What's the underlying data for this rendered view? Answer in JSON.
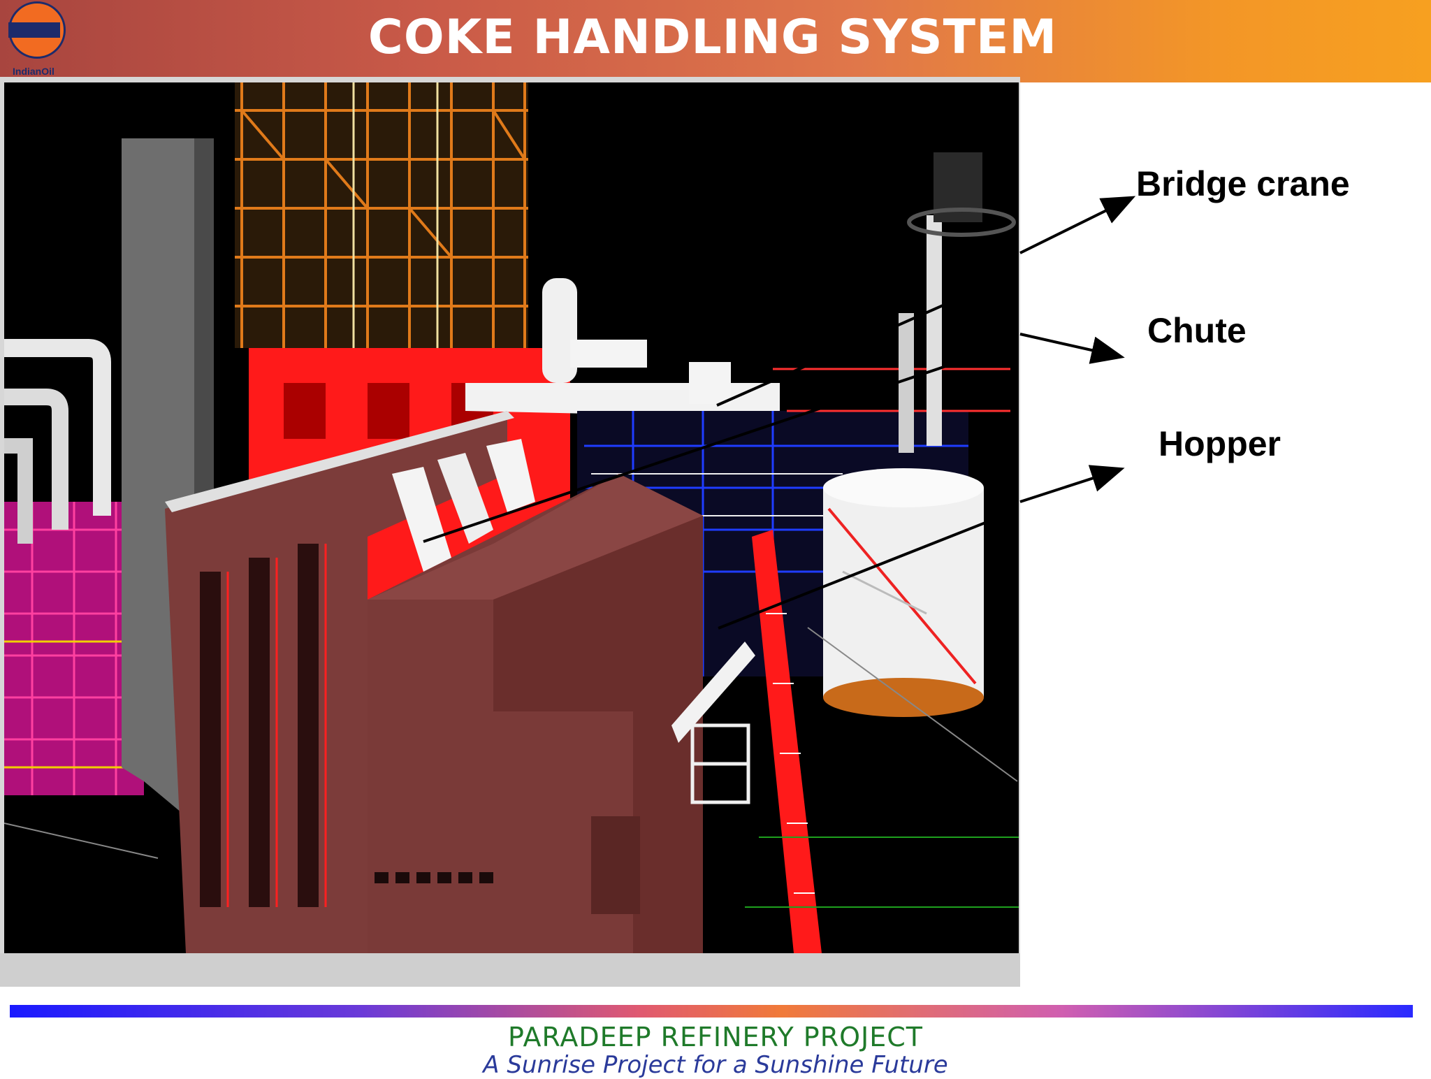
{
  "header": {
    "title": "COKE HANDLING SYSTEM",
    "logo": {
      "label": "IndianOil",
      "icon": "indianoil-logo-icon"
    }
  },
  "labels": {
    "bridge_crane": "Bridge crane",
    "chute": "Chute",
    "hopper": "Hopper"
  },
  "footer": {
    "title": "PARADEEP REFINERY PROJECT",
    "subtitle": "A Sunrise Project for a Sunshine Future"
  },
  "colors": {
    "header_start": "#a8453f",
    "header_end": "#f7a020",
    "footer_title": "#1f7a2a",
    "footer_subtitle": "#2a3a9a"
  }
}
